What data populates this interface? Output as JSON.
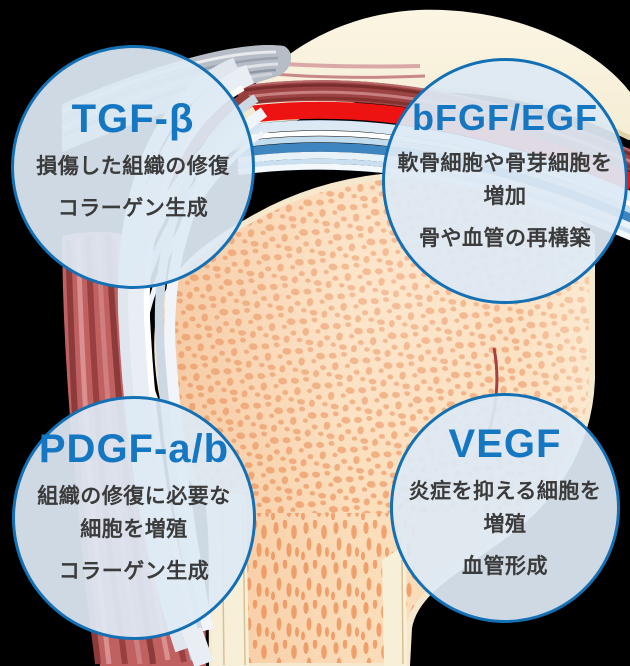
{
  "callouts": [
    {
      "id": "tgf-beta",
      "title": "TGF-β",
      "groups": [
        [
          "損傷した組織の修復"
        ],
        [
          "コラーゲン生成"
        ]
      ]
    },
    {
      "id": "bfgf-egf",
      "title": "bFGF/EGF",
      "groups": [
        [
          "軟骨細胞や骨芽細胞を",
          "増加"
        ],
        [
          "骨や血管の再構築"
        ]
      ]
    },
    {
      "id": "pdgf-ab",
      "title": "PDGF-a/b",
      "groups": [
        [
          "組織の修復に必要な",
          "細胞を増殖"
        ],
        [
          "コラーゲン生成"
        ]
      ]
    },
    {
      "id": "vegf",
      "title": "VEGF",
      "groups": [
        [
          "炎症を抑える細胞を",
          "増殖"
        ],
        [
          "血管形成"
        ]
      ]
    }
  ],
  "colors": {
    "callout_fill": "#dceaf4",
    "callout_border": "#1470b4",
    "title_blue": "#1577c1",
    "body_text": "#3b3b3b",
    "bone_cream": "#f6ead0",
    "trabecular_base": "#fbdcb8",
    "trabecular_spot": "#f0a673",
    "inflammation_red": "#ee1313",
    "muscle_dark": "#8c3a3a",
    "muscle_light": "#d89090",
    "cartilage_blue": "#3f86c0",
    "cartilage_light": "#dce9f4",
    "tendon_gray": "#b7bdc7"
  }
}
